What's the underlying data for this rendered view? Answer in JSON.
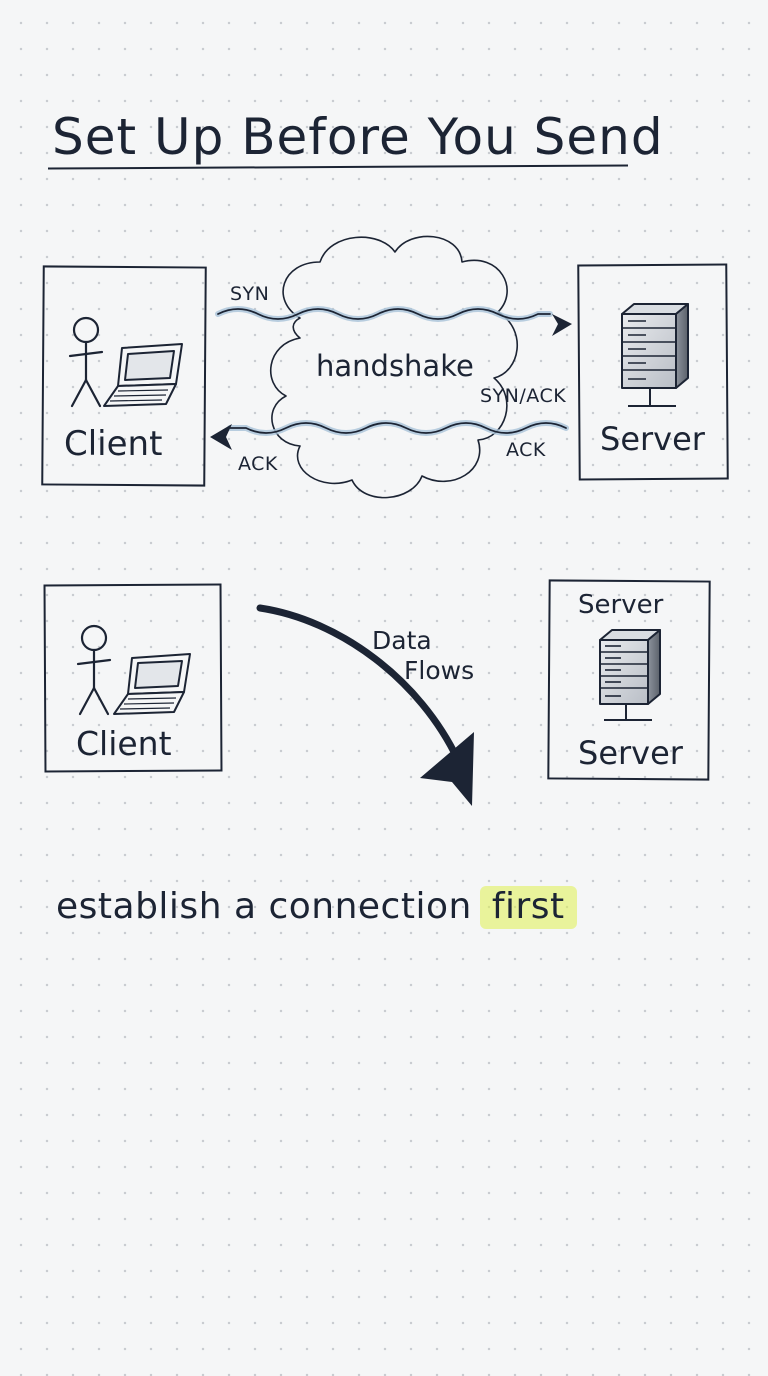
{
  "title": "Set Up Before You Send",
  "handshake": {
    "cloud_label": "handshake",
    "syn_label": "SYN",
    "synack_label": "SYN/ACK",
    "ack_left_label": "ACK",
    "ack_right_label": "ACK",
    "client_label": "Client",
    "server_label": "Server"
  },
  "data_transfer": {
    "client_label": "Client",
    "server_top_label": "Server",
    "server_bottom_label": "Server",
    "arrow_label_line1": "Data",
    "arrow_label_line2": "Flows"
  },
  "tagline": {
    "text": "establish a connection",
    "highlight": "first"
  },
  "colors": {
    "ink": "#1c2434",
    "wave_blue": "#a9c3d8",
    "highlight": "#def050"
  }
}
